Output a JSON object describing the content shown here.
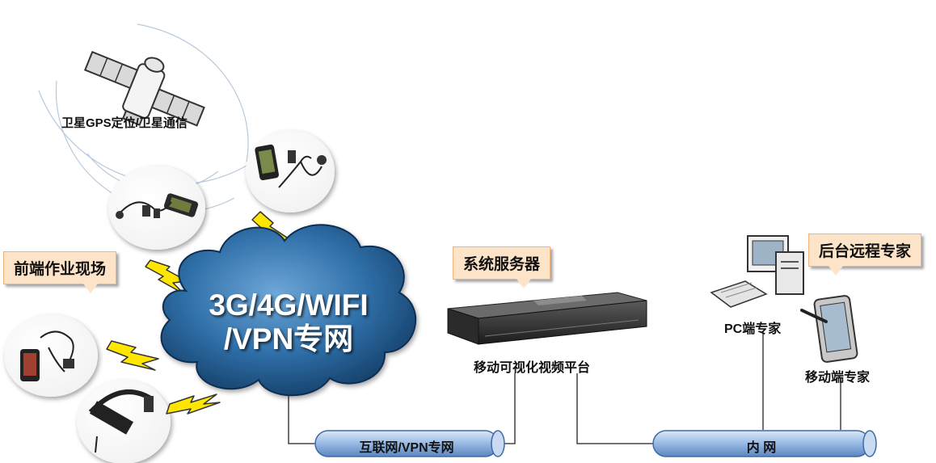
{
  "satellite": {
    "label": "卫星GPS定位/卫星通信"
  },
  "front": {
    "title": "前端作业现场"
  },
  "cloud": {
    "line1": "3G/4G/WIFI",
    "line2": "/VPN专网"
  },
  "server": {
    "title": "系统服务器",
    "caption": "移动可视化视频平台"
  },
  "backend": {
    "title": "后台远程专家",
    "pc_label": "PC端专家",
    "mobile_label": "移动端专家"
  },
  "pipes": {
    "internet": "互联网/VPN专网",
    "intranet": "内 网"
  },
  "colors": {
    "cloud": "#2f6fa8",
    "pipe": "#8fb4e3",
    "lightning": "#ffe600",
    "callout": "#fde3c8"
  }
}
